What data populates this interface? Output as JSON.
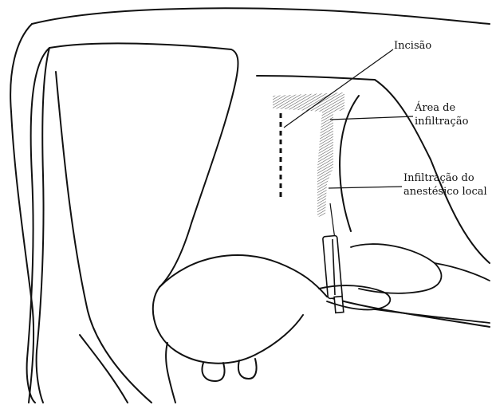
{
  "labels": {
    "incisao": "Incisão",
    "area_line1": "Área de",
    "area_line2": "infiltração",
    "infiltracao_line1": "Infiltração do",
    "infiltracao_line2": "anestésico local"
  },
  "colors": {
    "ink": "#111111",
    "background": "#ffffff",
    "hatch": "#555555"
  }
}
